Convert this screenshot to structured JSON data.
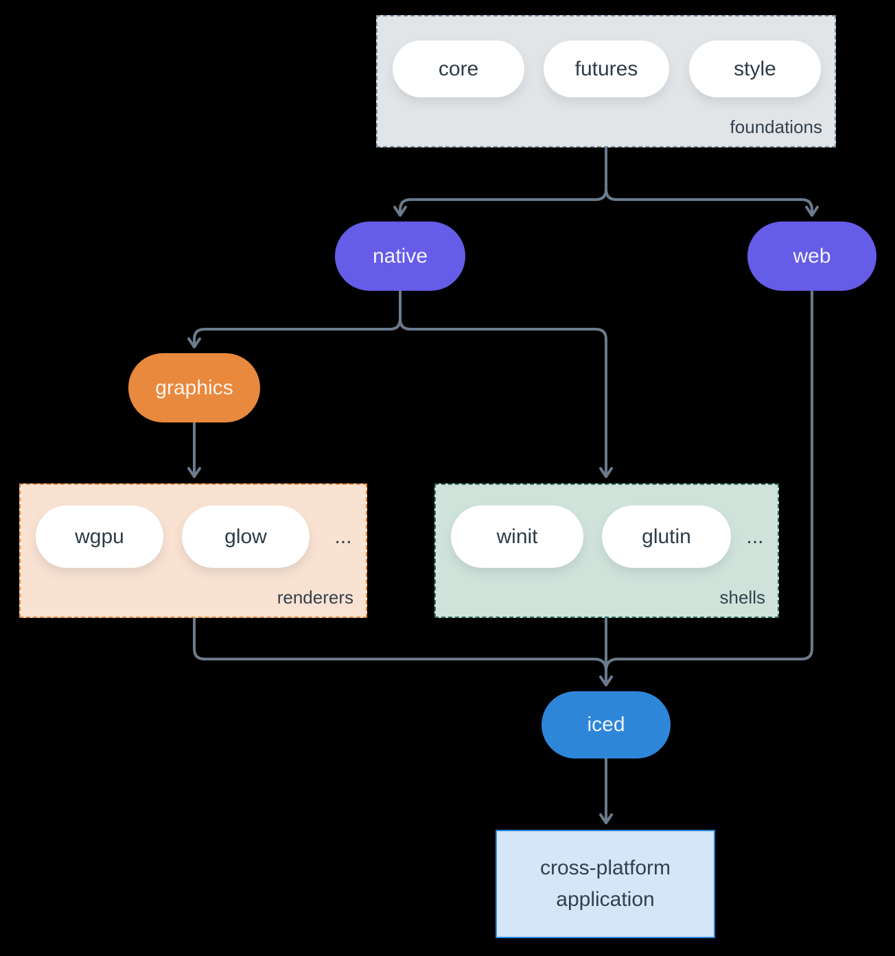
{
  "groups": {
    "foundations": {
      "label": "foundations",
      "items": [
        "core",
        "futures",
        "style"
      ]
    },
    "renderers": {
      "label": "renderers",
      "items": [
        "wgpu",
        "glow",
        "..."
      ]
    },
    "shells": {
      "label": "shells",
      "items": [
        "winit",
        "glutin",
        "..."
      ]
    }
  },
  "nodes": {
    "native": "native",
    "web": "web",
    "graphics": "graphics",
    "iced": "iced",
    "application": "cross-platform application"
  },
  "edges": [
    {
      "from": "foundations",
      "to": "native"
    },
    {
      "from": "foundations",
      "to": "web"
    },
    {
      "from": "native",
      "to": "graphics"
    },
    {
      "from": "native",
      "to": "shells"
    },
    {
      "from": "graphics",
      "to": "renderers"
    },
    {
      "from": "renderers",
      "to": "iced"
    },
    {
      "from": "shells",
      "to": "iced"
    },
    {
      "from": "web",
      "to": "iced"
    },
    {
      "from": "iced",
      "to": "application"
    }
  ],
  "colors": {
    "background": "#000000",
    "edge": "#6b7b8c",
    "purple_node": "#655ce8",
    "orange_node": "#e8893d",
    "blue_node": "#2e86d9",
    "foundations_fill": "#e2e5e8",
    "foundations_border": "#7e90a1",
    "renderers_fill": "#f9e2d2",
    "renderers_border": "#e8893d",
    "shells_fill": "#d0e3db",
    "shells_border": "#2e6f62",
    "application_fill": "#d4e6f8",
    "application_border": "#2e86d9",
    "dark_text": "#2d3c47"
  }
}
